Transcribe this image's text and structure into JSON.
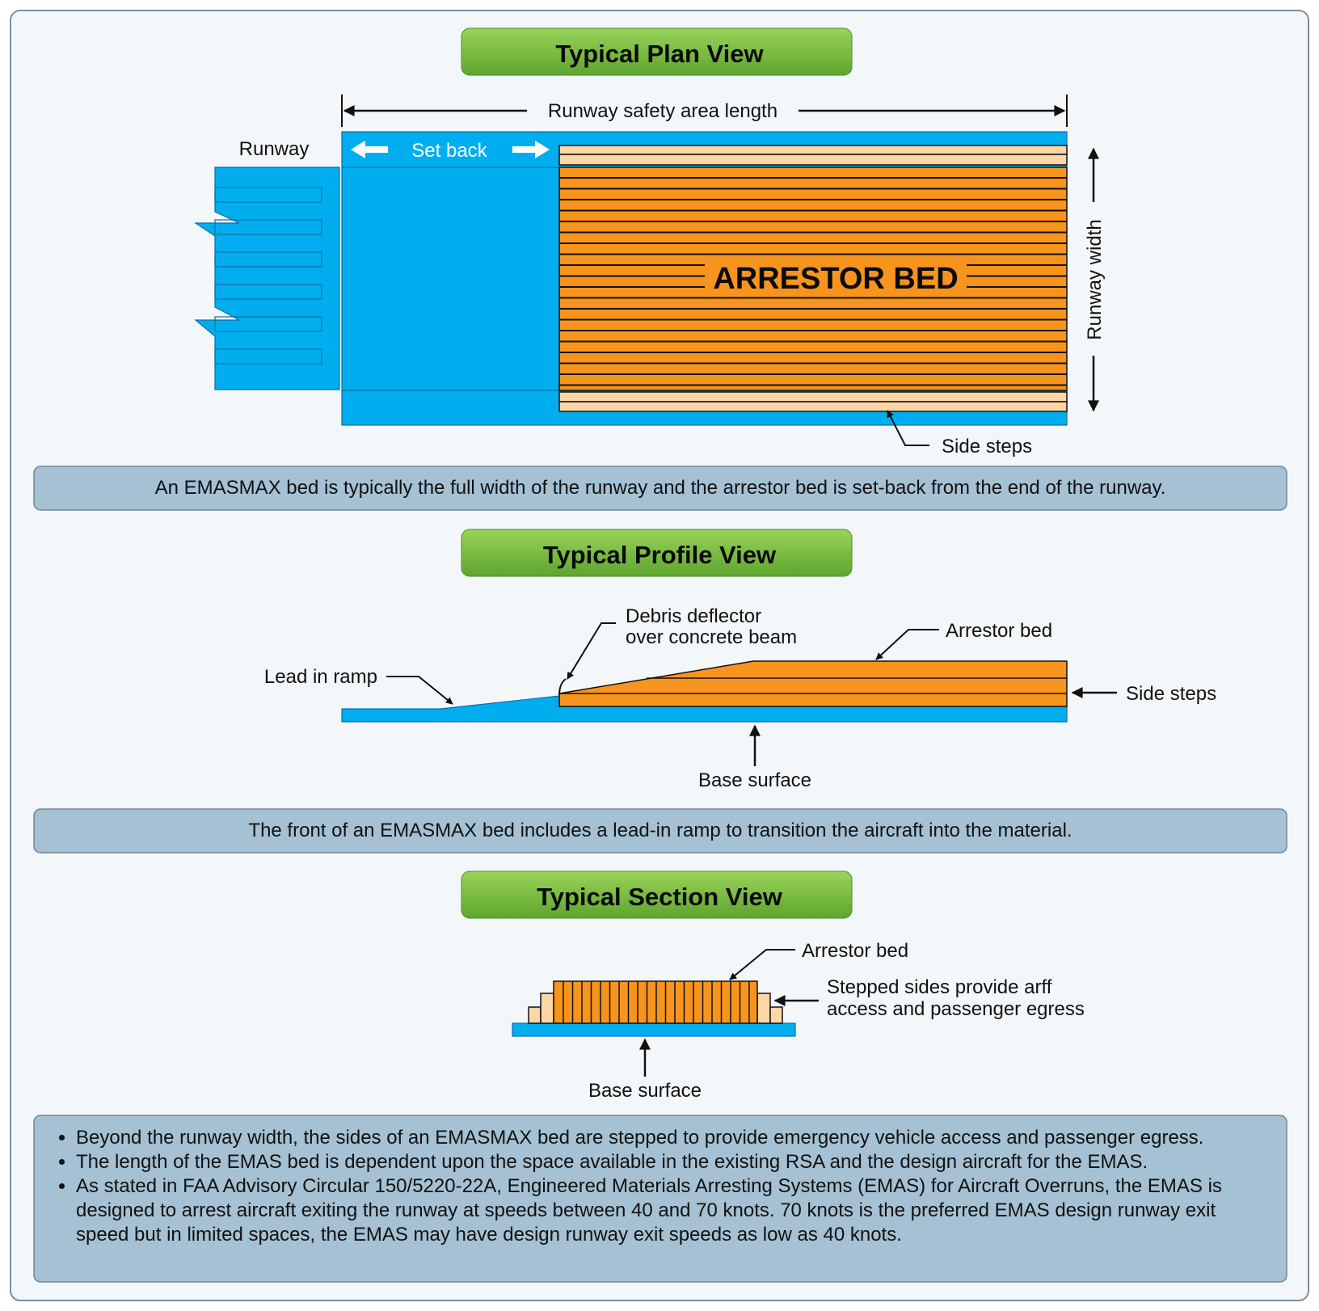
{
  "colors": {
    "panel_bg": "#f3f7fa",
    "panel_border": "#7d8f9b",
    "runway_blue": "#00aeef",
    "arrestor_orange": "#f7941d",
    "side_step_tan": "#fcd6a4",
    "title_green": "#7ac143",
    "caption_bg": "#a5c1d3"
  },
  "plan": {
    "title": "Typical Plan View",
    "rsa_length_label": "Runway safety area length",
    "runway_label": "Runway",
    "set_back_label": "Set back",
    "bed_label": "ARRESTOR BED",
    "runway_width_label": "Runway width",
    "side_steps_label": "Side steps",
    "caption": "An EMASMAX bed is typically the full width of the runway and the arrestor bed is set-back from the end of the runway."
  },
  "profile": {
    "title": "Typical Profile View",
    "debris_line1": "Debris deflector",
    "debris_line2": "over concrete beam",
    "arrestor_bed_label": "Arrestor bed",
    "lead_in_ramp_label": "Lead in ramp",
    "side_steps_label": "Side steps",
    "base_surface_label": "Base surface",
    "caption": "The front of an EMASMAX bed includes a lead-in ramp to transition the aircraft into the material."
  },
  "section": {
    "title": "Typical Section View",
    "arrestor_bed_label": "Arrestor bed",
    "stepped_line1": "Stepped sides provide arff",
    "stepped_line2": "access and passenger egress",
    "base_surface_label": "Base surface"
  },
  "notes": [
    "Beyond the runway width, the sides of an EMASMAX bed are stepped to provide emergency vehicle access and passenger egress.",
    "The length of the EMAS bed is dependent upon the space available in the existing RSA and the design aircraft for the EMAS.",
    "As stated in FAA Advisory Circular 150/5220-22A, Engineered Materials Arresting Systems (EMAS) for Aircraft Overruns, the EMAS is designed to arrest aircraft exiting the runway at speeds between 40 and 70 knots.  70 knots is the preferred EMAS design runway exit speed but in limited spaces, the EMAS may have design runway exit speeds as low as 40 knots."
  ]
}
